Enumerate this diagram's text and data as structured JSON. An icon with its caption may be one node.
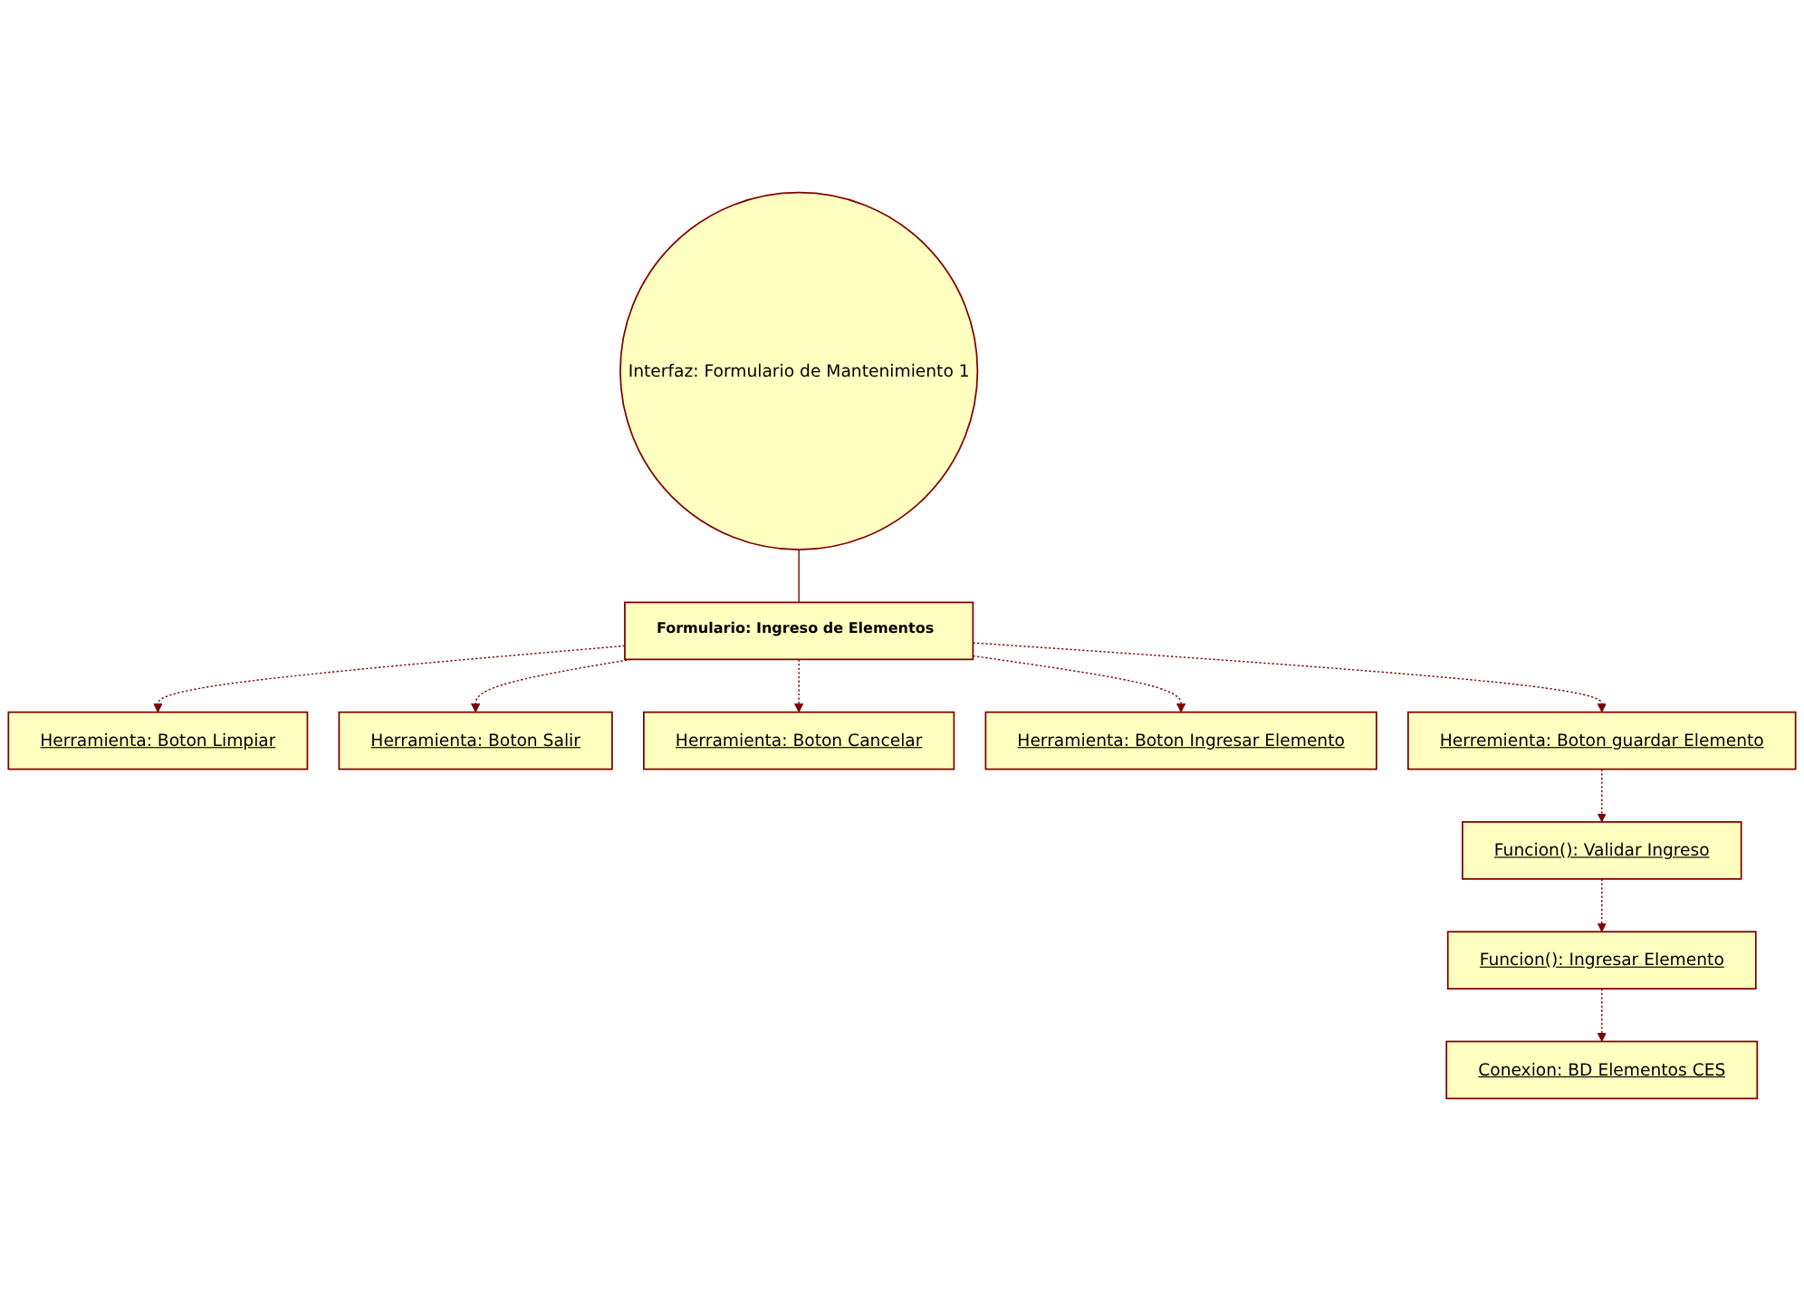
{
  "diagram": {
    "nodes": [
      {
        "text": [
          "Interfaz: Formulario de Mantenimiento 1"
        ]
      },
      {
        "text": [
          "Formulario: Ingreso de Elementos"
        ]
      },
      {
        "text": [
          "Herramienta: Boton Limpiar"
        ]
      },
      {
        "text": [
          "Herramienta: Boton Salir"
        ]
      },
      {
        "text": [
          "Herramienta: Boton Cancelar"
        ]
      },
      {
        "text": [
          "Herramienta: Boton Ingresar Elemento"
        ]
      },
      {
        "text": [
          "Herremienta: Boton guardar Elemento"
        ]
      },
      {
        "text": [
          "Funcion(): Validar Ingreso"
        ]
      },
      {
        "text": [
          "Funcion(): Ingresar Elemento"
        ]
      },
      {
        "text": [
          "Conexion: BD Elementos CES"
        ]
      }
    ],
    "edges": [
      {
        "from": 0,
        "to": 1,
        "arrow": "none"
      },
      {
        "from": 1,
        "to": 2,
        "arrow": "to",
        "style": "dashed"
      },
      {
        "from": 1,
        "to": 3,
        "arrow": "to",
        "style": "dashed"
      },
      {
        "from": 1,
        "to": 4,
        "arrow": "to",
        "style": "dashed"
      },
      {
        "from": 1,
        "to": 5,
        "arrow": "to",
        "style": "dashed"
      },
      {
        "from": 1,
        "to": 6,
        "arrow": "to",
        "style": "dashed"
      },
      {
        "from": 6,
        "to": 7,
        "arrow": "to",
        "style": "dashed"
      },
      {
        "from": 7,
        "to": 8,
        "arrow": "to",
        "style": "dashed"
      },
      {
        "from": 8,
        "to": 9,
        "arrow": "to",
        "style": "dashed"
      }
    ]
  }
}
